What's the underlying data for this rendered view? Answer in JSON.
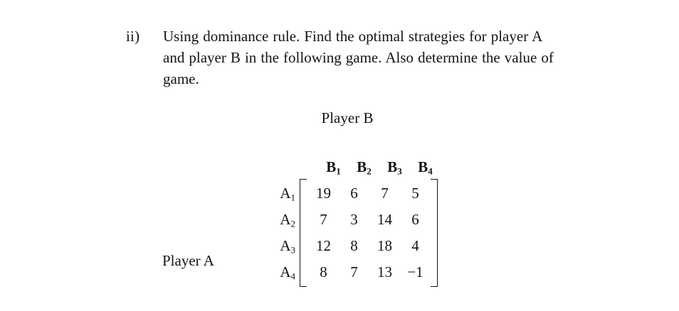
{
  "question": {
    "marker": "ii)",
    "lines": [
      "Using dominance rule. Find the optimal strategies for player A",
      "and player B in the following game. Also determine the value of",
      "game."
    ]
  },
  "labels": {
    "player_b": "Player B",
    "player_a": "Player A"
  },
  "matrix": {
    "column_headers": [
      "B",
      "B",
      "B",
      "B"
    ],
    "column_subscripts": [
      "1",
      "2",
      "3",
      "4"
    ],
    "row_headers": [
      "A",
      "A",
      "A",
      "A"
    ],
    "row_subscripts": [
      "1",
      "2",
      "3",
      "4"
    ],
    "rows": [
      [
        "19",
        "6",
        "7",
        "5"
      ],
      [
        "7",
        "3",
        "14",
        "6"
      ],
      [
        "12",
        "8",
        "18",
        "4"
      ],
      [
        "8",
        "7",
        "13",
        "−1"
      ]
    ]
  },
  "colors": {
    "page_background": "#ffffff",
    "text": "#141414"
  }
}
